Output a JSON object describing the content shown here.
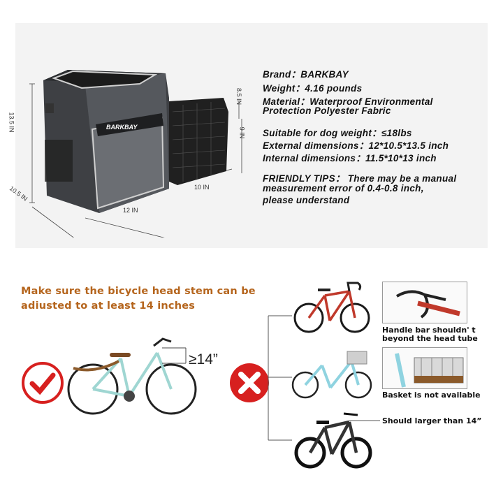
{
  "product": {
    "brand_logo": "BARKBAY",
    "dimensions": {
      "height": "13.5 IN",
      "depth": "10.5 IN",
      "width": "12 IN",
      "extension_length": "10 IN",
      "extension_height": "8.5 IN",
      "extension_depth": "9 IN"
    }
  },
  "specs": {
    "brand": "Brand：BARKBAY",
    "weight": "Weight：4.16 pounds",
    "material_line1": "Material：Waterproof Environmental",
    "material_line2": "Protection Polyester Fabric",
    "dog_weight": "Suitable for dog weight：≤18lbs",
    "external": "External  dimensions：12*10.5*13.5 inch",
    "internal": "Internal dimensions：11.5*10*13 inch",
    "tips_line1": "FRIENDLY TIPS：  There may be a manual",
    "tips_line2": "measurement error of 0.4-0.8 inch,",
    "tips_line3": "please understand"
  },
  "requirement": {
    "line1": "Make sure the bicycle head stem can be",
    "line2": "adiusted to at least 14 inches",
    "measure": "≥14”"
  },
  "not_suitable": {
    "handle_bar": "Handle bar shouldn' t",
    "head_tube": "beyond the head tube",
    "basket": "Basket is not available",
    "larger": "Should larger than 14”"
  },
  "colors": {
    "accent_text": "#b5651d",
    "mark_red": "#d7201f"
  }
}
